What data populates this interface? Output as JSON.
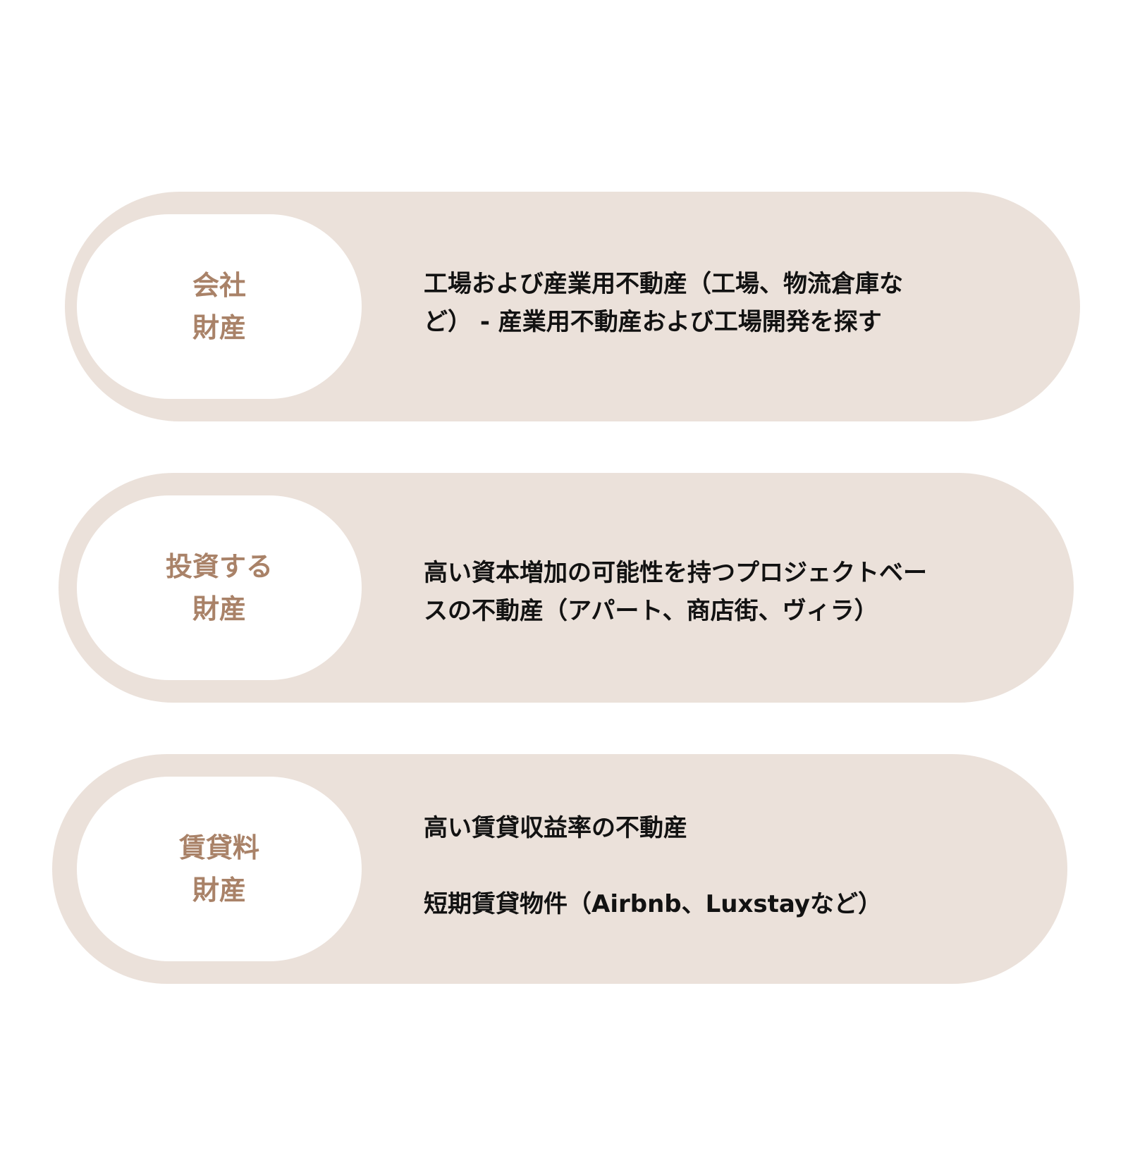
{
  "colors": {
    "card_background": "#ebe1da",
    "pill_background": "#ffffff",
    "category_text": "#a98268",
    "description_text": "#121212"
  },
  "cards": [
    {
      "category_lines": [
        "会社",
        "財産"
      ],
      "description_lines": [
        "工場および産業用不動産（工場、物流倉庫な",
        "ど） - 産業用不動産および工場開発を探す"
      ]
    },
    {
      "category_lines": [
        "投資する",
        "財産"
      ],
      "description_lines": [
        "高い資本増加の可能性を持つプロジェクトベー",
        "スの不動産（アパート、商店街、ヴィラ）"
      ]
    },
    {
      "category_lines": [
        "賃貸料",
        "財産"
      ],
      "description_lines": [
        "高い賃貸収益率の不動産",
        "短期賃貸物件（Airbnb、Luxstayなど）"
      ]
    }
  ]
}
